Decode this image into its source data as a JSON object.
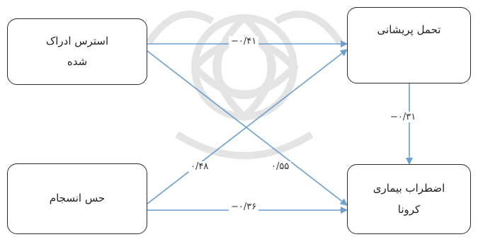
{
  "colors": {
    "arrow": "#6a9fd0",
    "border": "#2a2a2a",
    "watermark": "#e2e2e2"
  },
  "nodes": {
    "stress": {
      "line1": "استرس ادراک",
      "line2": "شده"
    },
    "coherence": {
      "line1": "حس انسجام"
    },
    "distress": {
      "line1": "تحمل پریشانی"
    },
    "anxiety": {
      "line1": "اضطراب بیماری",
      "line2": "کرونا"
    }
  },
  "paths": {
    "stress_to_distress": "−۰/۴۱",
    "distress_to_anxiety": "−۰/۳۱",
    "coherence_to_distress": "۰/۴۸",
    "stress_to_anxiety": "۰/۵۵",
    "coherence_to_anxiety": "−۰/۳۶"
  }
}
